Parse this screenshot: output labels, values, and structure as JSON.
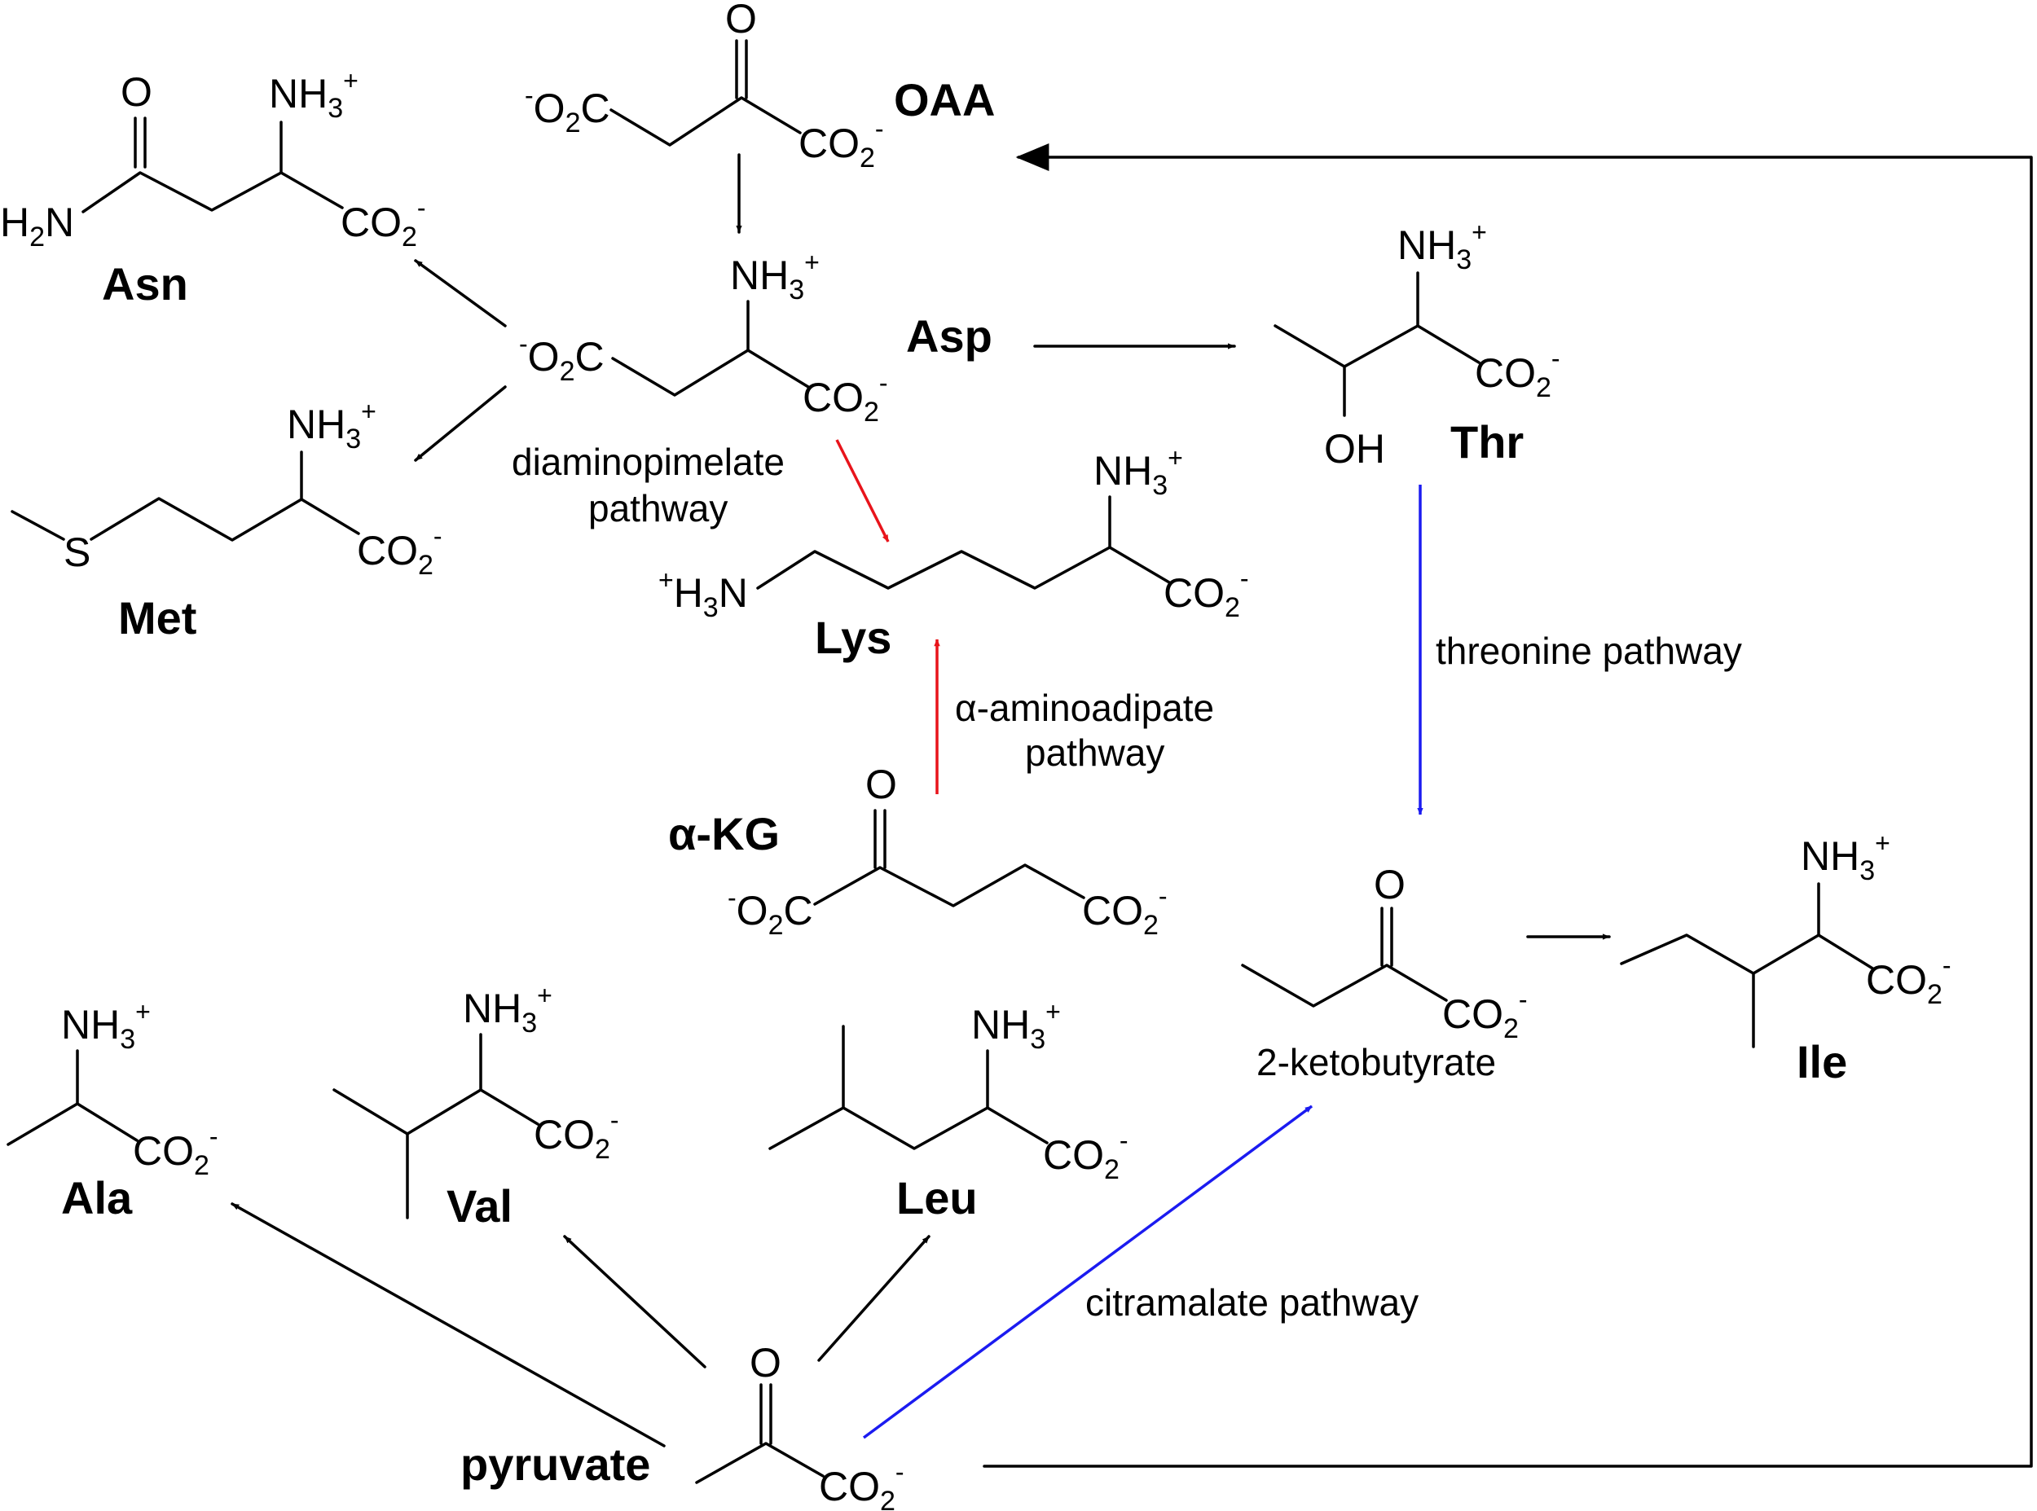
{
  "compounds": {
    "oaa": "OAA",
    "asp": "Asp",
    "asn": "Asn",
    "met": "Met",
    "lys": "Lys",
    "thr": "Thr",
    "akg": "α-KG",
    "ketobutyrate": "2-ketobutyrate",
    "ile": "Ile",
    "ala": "Ala",
    "val": "Val",
    "leu": "Leu",
    "pyruvate": "pyruvate"
  },
  "pathways": {
    "dap_line1": "diaminopimelate",
    "dap_line2": "pathway",
    "aaa_line1": "α-aminoadipate",
    "aaa_line2": "pathway",
    "threonine": "threonine pathway",
    "citramalate": "citramalate pathway"
  },
  "atoms": {
    "O": "O",
    "OH": "OH",
    "S": "S",
    "NH": "NH",
    "N": "N",
    "H": "H",
    "C": "C",
    "CO": "CO",
    "O_": "O",
    "sub2": "2",
    "sub3": "3",
    "plus": "+",
    "minus": "-"
  },
  "colors": {
    "black_arrow": "#000000",
    "red_arrow": "#e8141b",
    "blue_arrow": "#1b1bf0"
  }
}
